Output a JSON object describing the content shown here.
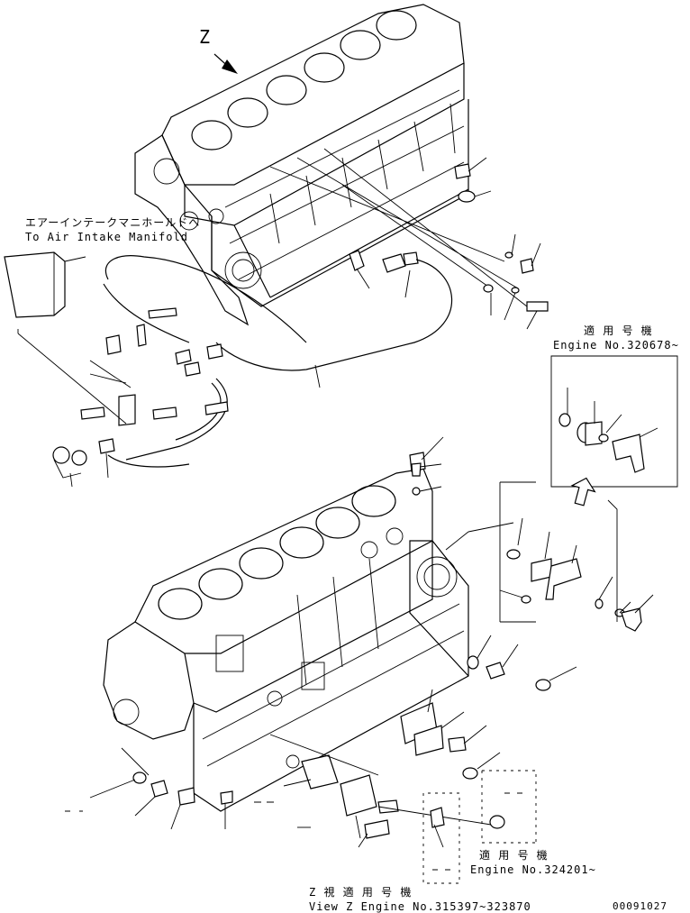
{
  "view_marker": "Z",
  "labels": {
    "air_intake_jp": "エアーインテークマニホールドへ",
    "air_intake_en": "To Air Intake Manifold",
    "applicable_jp_top": "適 用 号 機",
    "engine_no_top": "Engine No.320678~",
    "applicable_jp_bottom": "適 用 号 機",
    "engine_no_bottom": "Engine No.324201~",
    "view_z_jp": "Z  視  適 用 号 機",
    "view_z_en": "View Z  Engine No.315397~323870",
    "drawing_number": "00091027"
  }
}
